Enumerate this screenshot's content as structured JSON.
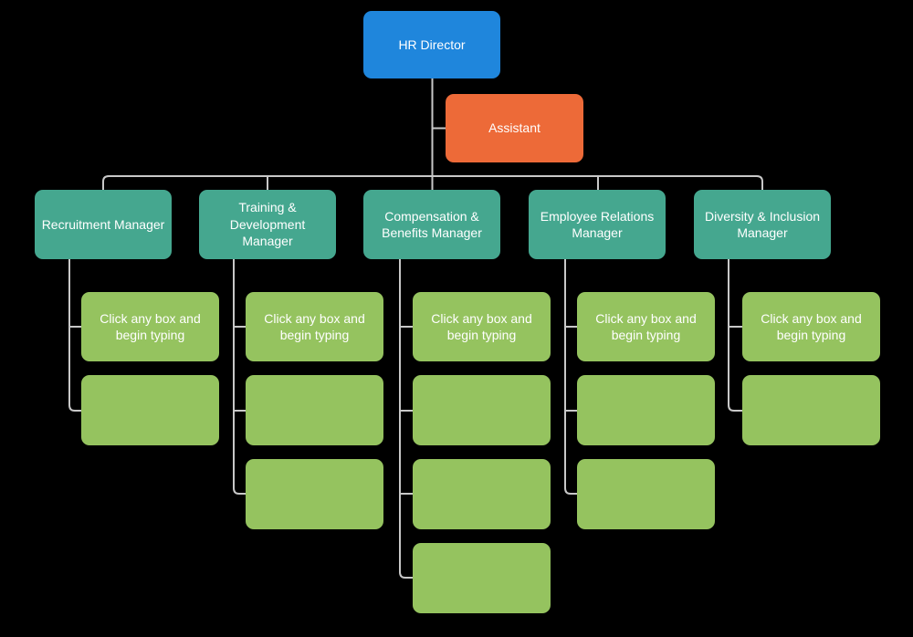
{
  "org_chart": {
    "root": {
      "label": "HR Director"
    },
    "assistant": {
      "label": "Assistant"
    },
    "managers": [
      {
        "label": "Recruitment Manager",
        "empty_boxes": 1
      },
      {
        "label": "Training & Development Manager",
        "empty_boxes": 2
      },
      {
        "label": "Compensation & Benefits Manager",
        "empty_boxes": 3
      },
      {
        "label": "Employee Relations Manager",
        "empty_boxes": 2
      },
      {
        "label": "Diversity & Inclusion Manager",
        "empty_boxes": 1
      }
    ],
    "placeholder": "Click any box and begin typing"
  },
  "colors": {
    "root_box": "#1f86dc",
    "assistant_box": "#ed6a38",
    "manager_box": "#45a78f",
    "child_box": "#95c35f",
    "connector": "#c8c8c8",
    "background": "#000000",
    "text": "#ffffff"
  }
}
